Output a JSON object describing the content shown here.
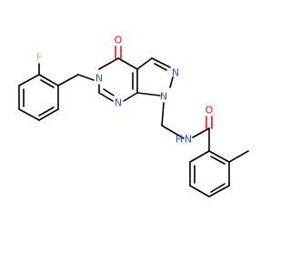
{
  "atoms": {
    "F": {
      "text": "F",
      "color": "#90e050"
    },
    "O_ring": {
      "text": "O",
      "color": "#ff0d0d"
    },
    "O_amide": {
      "text": "O",
      "color": "#ff0d0d"
    },
    "N5": {
      "text": "N",
      "color": "#3050f8"
    },
    "N7": {
      "text": "N",
      "color": "#3050f8"
    },
    "N1": {
      "text": "N",
      "color": "#3050f8"
    },
    "N2": {
      "text": "N",
      "color": "#3050f8"
    },
    "NH": {
      "text": "N",
      "color": "#3050f8"
    },
    "NH_H": {
      "text": "H",
      "color": "#3050f8"
    }
  }
}
